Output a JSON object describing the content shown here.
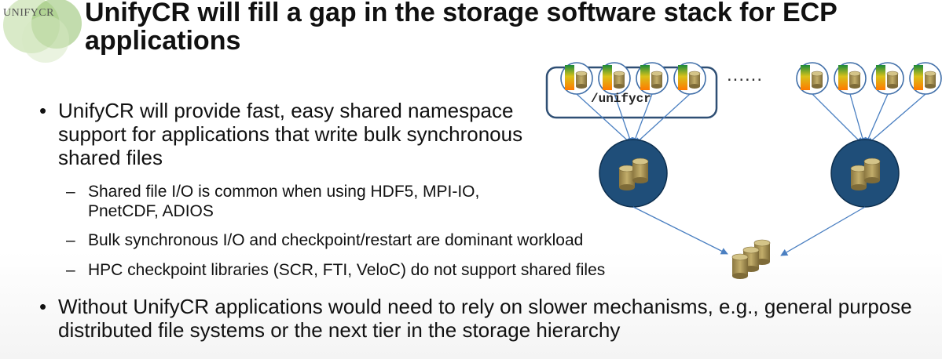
{
  "logo": {
    "text": "UNIFYCR"
  },
  "title": "UnifyCR will fill a gap in the storage software stack for ECP applications",
  "bullets": [
    {
      "text": "UnifyCR will provide fast, easy shared namespace support for applications that write bulk synchronous shared files",
      "sub": [
        "Shared file I/O is common when using HDF5, MPI-IO, PnetCDF, ADIOS",
        "Bulk synchronous I/O and checkpoint/restart are dominant workload",
        "HPC checkpoint libraries (SCR, FTI, VeloC) do not support shared files"
      ]
    },
    {
      "text": "Without UnifyCR applications would need to rely on slower mechanisms, e.g., general purpose distributed file systems or the next tier in the storage hierarchy"
    }
  ],
  "diagram": {
    "mount_label": "/unifycr",
    "ellipsis": "......",
    "colors": {
      "node_fill": "#1f4e79",
      "node_stroke": "#0d2f4f",
      "arrow": "#4a7fc1",
      "storage_body": "#a08c4f",
      "storage_top": "#c8b67a",
      "bar_top": "#1b8a3a",
      "bar_bottom": "#ff7a00",
      "logo_green": "#8fbf6a"
    },
    "icons": [
      "compute-node-icon",
      "storage-drum-icon",
      "server-node-icon",
      "storage-stack-icon"
    ]
  }
}
